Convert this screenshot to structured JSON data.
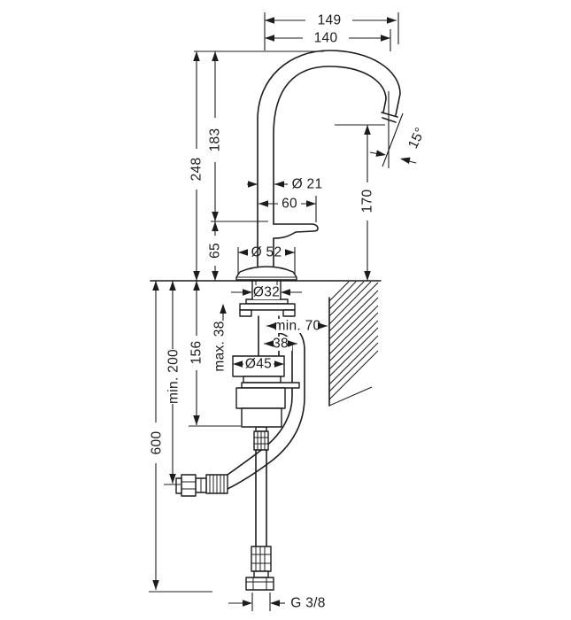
{
  "meta": {
    "drawing_type": "faucet installation dimension drawing",
    "background_color": "#ffffff",
    "line_color": "#1c1c1c"
  },
  "dims": {
    "spout_reach_overall": "149",
    "spout_reach": "140",
    "total_height": "248",
    "spout_arc_height": "183",
    "base_to_spout": "65",
    "spout_pipe_diameter": "Ø 21",
    "handle_length": "60",
    "outlet_height": "170",
    "outlet_angle": "15°",
    "escutcheon_diameter": "Ø 52",
    "shank_diameter": "Ø32",
    "counter_thickness": "max. 38",
    "wall_clearance": "min. 70",
    "hose_offset": "38",
    "body_diameter": "Ø45",
    "under_counter_depth": "156",
    "hose_connection_depth": "min. 200",
    "hose_length": "600",
    "thread_size": "G 3/8"
  }
}
